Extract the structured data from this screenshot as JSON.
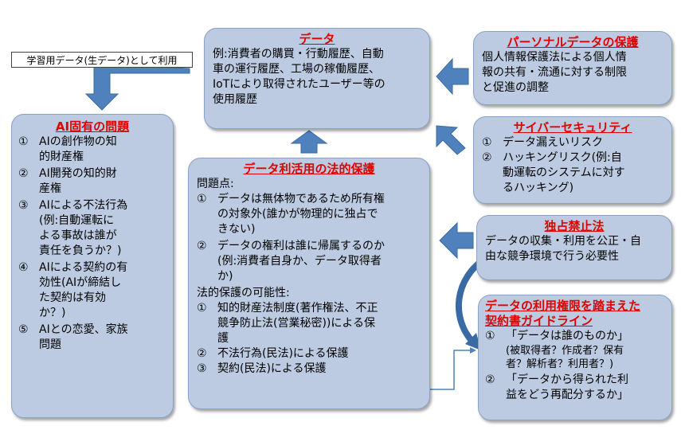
{
  "learning_tag": "学習用データ(生データ)として利用",
  "data_box": {
    "title": "データ",
    "lines": [
      "例:消費者の購買・行動履歴、自動",
      "車の運行履歴、工場の稼働履歴、",
      "IoTにより取得されたユーザー等の",
      "使用履歴"
    ]
  },
  "personal_box": {
    "title": "パーソナルデータの保護",
    "lines": [
      "個人情報保護法による個人情",
      "報の共有・流通に対する制限",
      "と促進の調整"
    ]
  },
  "ai_box": {
    "title": "AI固有の問題",
    "items": [
      {
        "num": "①",
        "lines": [
          "AIの創作物の知",
          "的財産権"
        ]
      },
      {
        "num": "②",
        "lines": [
          "AI開発の知的財",
          "産権"
        ]
      },
      {
        "num": "③",
        "lines": [
          "AIによる不法行為",
          "(例:自動運転に",
          "よる事故は誰が",
          "責任を負うか？)"
        ]
      },
      {
        "num": "④",
        "lines": [
          "AIによる契約の有",
          "効性(AIが締結し",
          "た契約は有効",
          "か？)"
        ]
      },
      {
        "num": "⑤",
        "lines": [
          "AIとの恋愛、家族",
          "問題"
        ]
      }
    ]
  },
  "cyber_box": {
    "title": "サイバーセキュリティ",
    "items": [
      {
        "num": "①",
        "lines": [
          "データ漏えいリスク"
        ]
      },
      {
        "num": "②",
        "lines": [
          "ハッキングリスク(例:自",
          "動運転のシステムに対す",
          "るハッキング)"
        ]
      }
    ]
  },
  "legal_box": {
    "title": "データ利活用の法的保護",
    "problems_heading": "問題点:",
    "problems": [
      {
        "num": "①",
        "lines": [
          "データは無体物であるため所有権",
          "の対象外(誰かが物理的に独占で",
          "きない)"
        ]
      },
      {
        "num": "②",
        "lines": [
          "データの権利は誰に帰属するのか",
          "(例:消費者自身か、データ取得者",
          "か)"
        ]
      }
    ],
    "possibility_heading": "法的保護の可能性:",
    "possibilities": [
      {
        "num": "①",
        "lines": [
          "知的財産法制度(著作権法、不正",
          "競争防止法(営業秘密))による保",
          "護"
        ]
      },
      {
        "num": "②",
        "lines": [
          "不法行為(民法)による保護"
        ]
      },
      {
        "num": "③",
        "lines": [
          "契約(民法)による保護"
        ]
      }
    ]
  },
  "antitrust_box": {
    "title": "独占禁止法",
    "lines": [
      "データの収集・利用を公正・自",
      "由な競争環境で行う必要性"
    ]
  },
  "contract_box": {
    "title_lines": [
      "データの利用権限を踏まえた",
      "契約書ガイドライン"
    ],
    "items": [
      {
        "num": "①",
        "main": "「データは誰のものか」",
        "sub": [
          "(被取得者？作成者？保有",
          "者？解析者？利用者？)"
        ]
      },
      {
        "num": "②",
        "main": "「データから得られた利",
        "main2": "益をどう再配分するか」"
      }
    ]
  },
  "colors": {
    "box_fill": "#bccbe1",
    "box_border": "#8aa2c6",
    "title_red": "#e00000",
    "arrow_blue": "#4f81bd"
  }
}
